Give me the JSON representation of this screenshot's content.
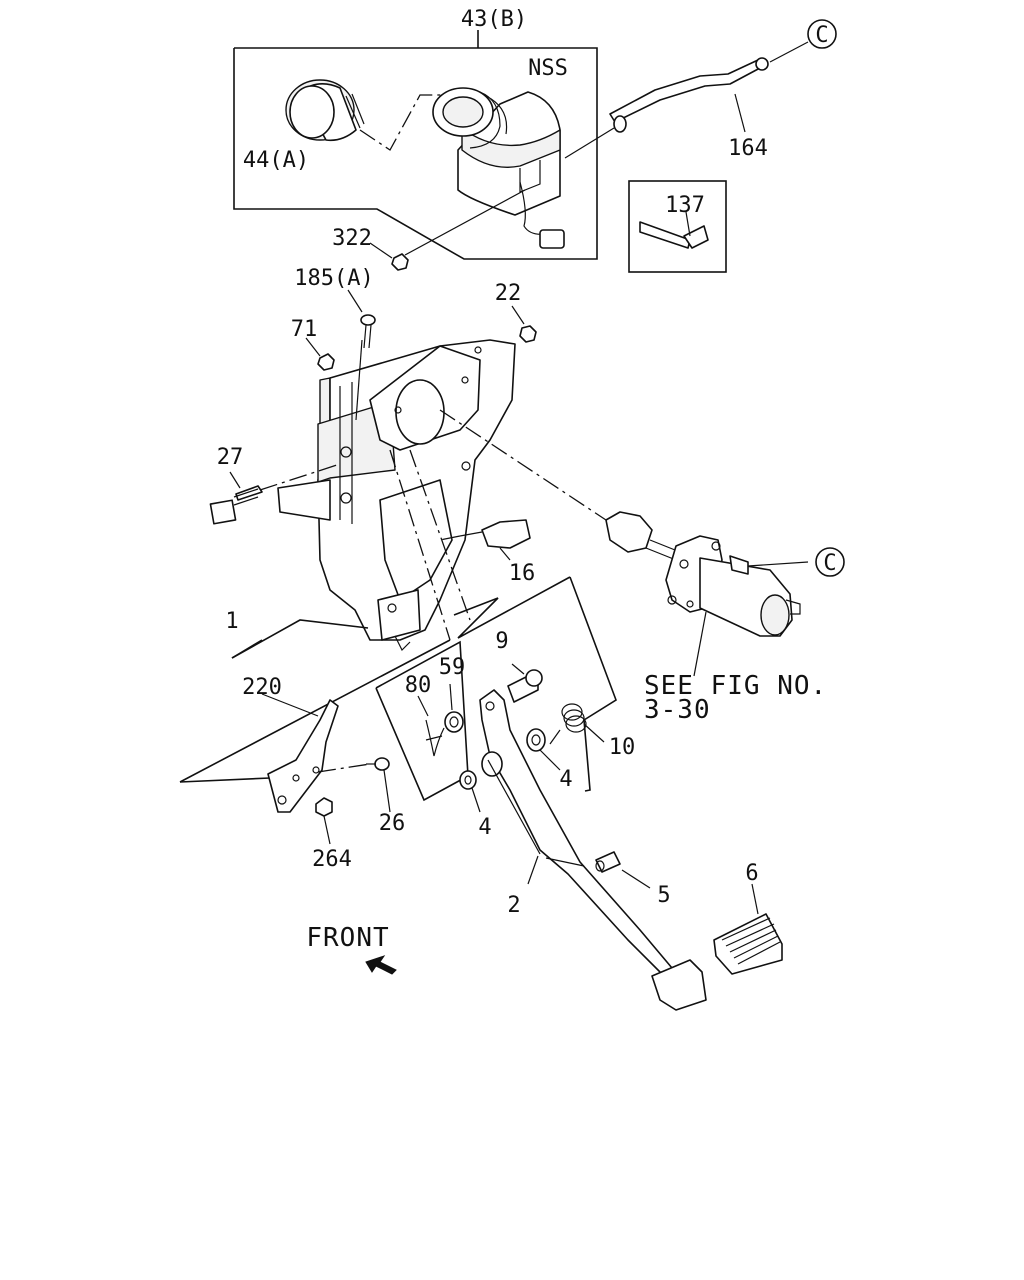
{
  "diagram": {
    "callouts": {
      "c43b": "43(B)",
      "nss": "NSS",
      "c44a": "44(A)",
      "c164": "164",
      "c137": "137",
      "c322": "322",
      "c185a": "185(A)",
      "c22": "22",
      "c71": "71",
      "c27": "27",
      "c16": "16",
      "c1": "1",
      "c220": "220",
      "c9": "9",
      "c59": "59",
      "c80": "80",
      "c10": "10",
      "c4a": "4",
      "c4b": "4",
      "c26": "26",
      "c264": "264",
      "c5": "5",
      "c2": "2",
      "c6": "6",
      "ref_c_top": "C",
      "ref_c_mid": "C"
    },
    "see_fig": {
      "line1": "SEE FIG NO.",
      "line2": "3-30"
    },
    "front_label": "FRONT"
  }
}
